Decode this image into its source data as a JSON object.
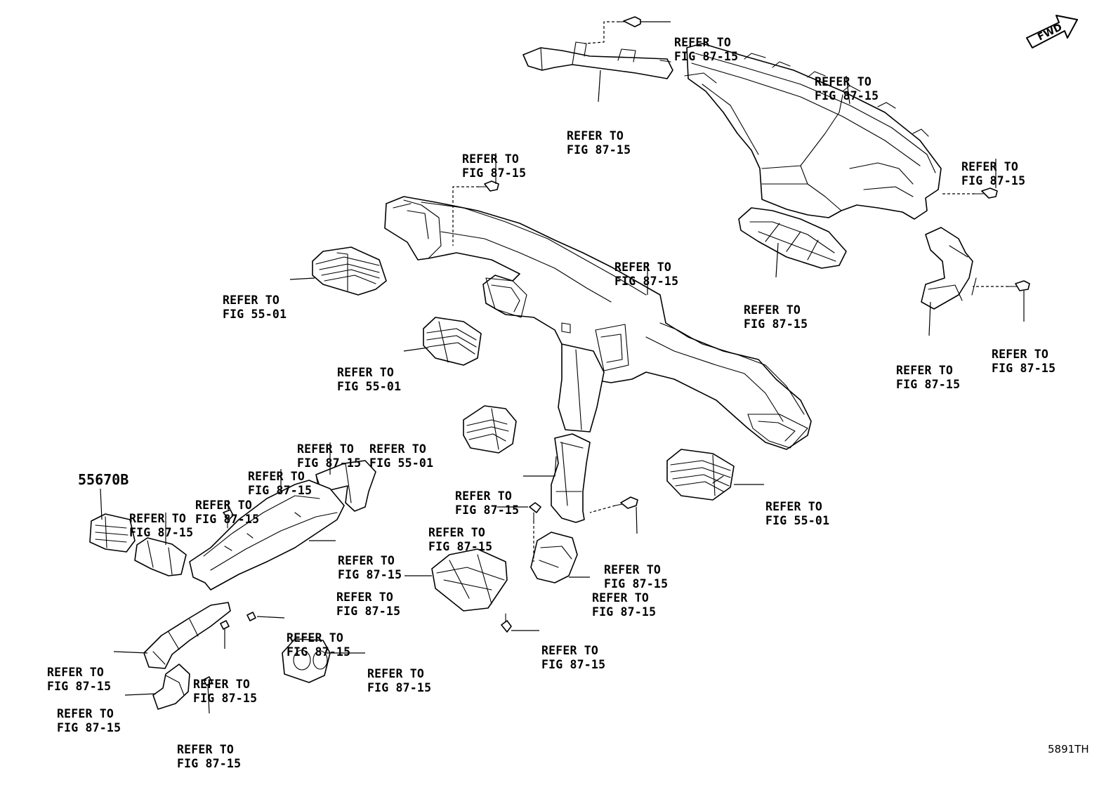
{
  "refer_to": "REFER TO",
  "figs": {
    "f8715": "FIG 87-15",
    "f5501": "FIG 55-01"
  },
  "part_number": "55670B",
  "diagram_code": "5891TH",
  "fwd_label": "FWD",
  "icons": {
    "direction": "fwd-arrow-icon",
    "fastener": "screw-icon"
  }
}
